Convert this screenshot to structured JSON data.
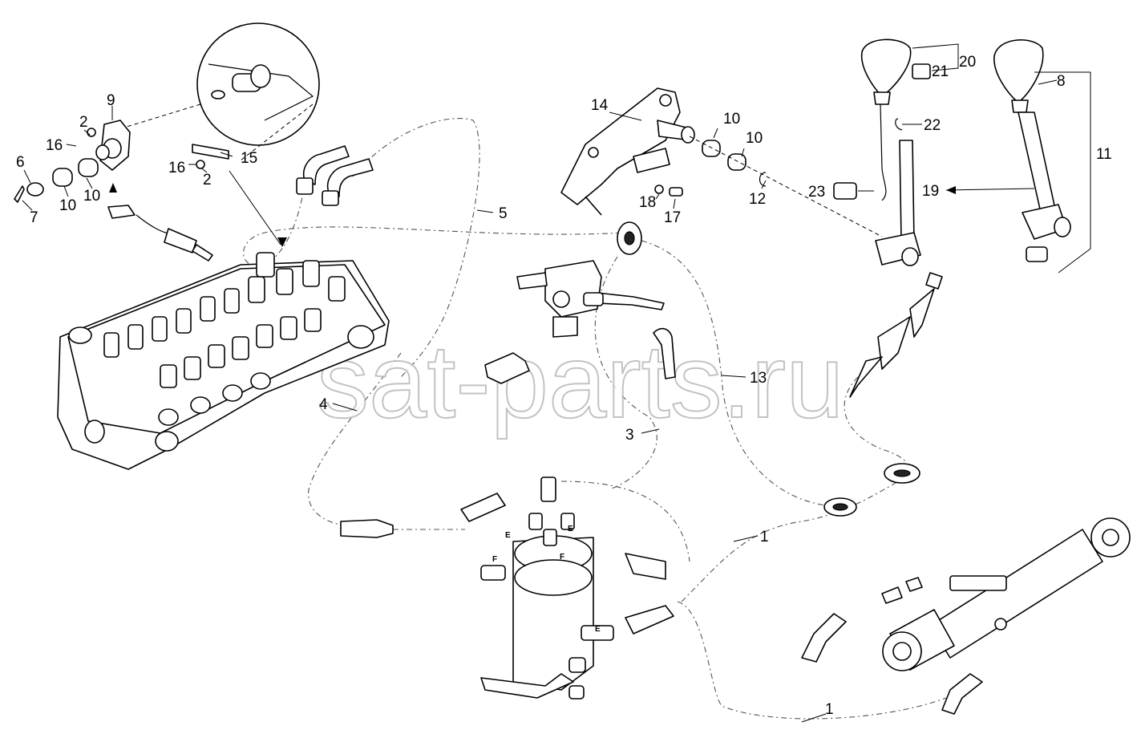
{
  "watermark": "sat-parts.ru",
  "port_labels": {
    "e": "E",
    "f": "F"
  },
  "callouts": {
    "c1a": "1",
    "c1b": "1",
    "c2a": "2",
    "c2b": "2",
    "c3": "3",
    "c4": "4",
    "c5": "5",
    "c6": "6",
    "c7": "7",
    "c8": "8",
    "c9": "9",
    "c10a": "10",
    "c10b": "10",
    "c10c": "10",
    "c10d": "10",
    "c11": "11",
    "c12": "12",
    "c13": "13",
    "c14": "14",
    "c15": "15",
    "c16a": "16",
    "c16b": "16",
    "c17": "17",
    "c18": "18",
    "c19": "19",
    "c20": "20",
    "c21": "21",
    "c22": "22",
    "c23": "23"
  },
  "icons": {
    "arrow": "arrow-left-icon"
  }
}
